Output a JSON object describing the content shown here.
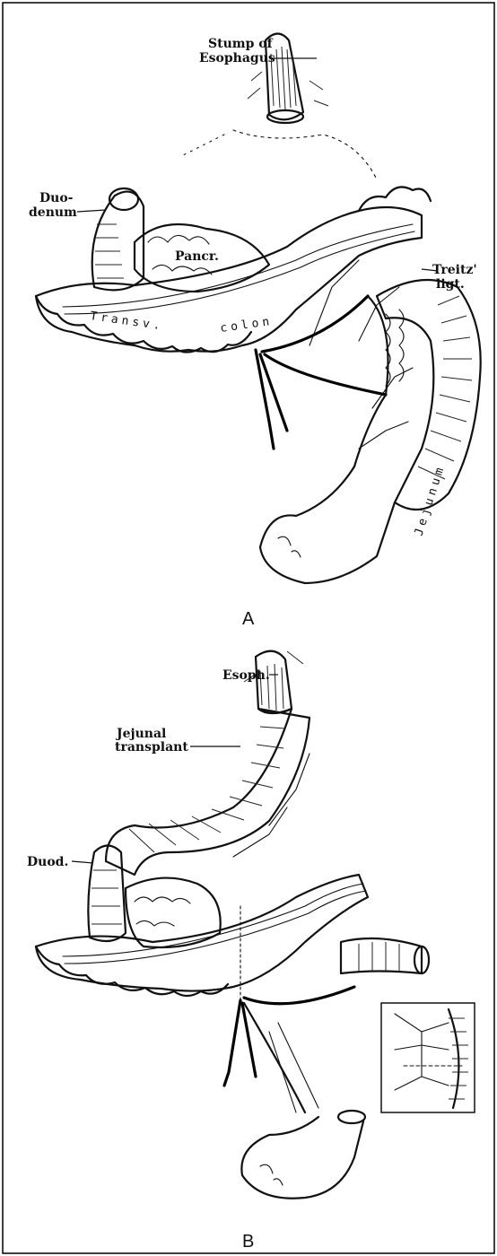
{
  "panels": [
    {
      "letter": "A",
      "labels": {
        "stump_of_esophagus_line1": "Stump of",
        "stump_of_esophagus_line2": "Esophagus",
        "duodenum_line1": "Duo-",
        "duodenum_line2": "denum",
        "pancreas": "Pancr.",
        "treitz_line1": "Treitz'",
        "treitz_line2": "ligt.",
        "transv_colon_word1": "Transv.",
        "transv_colon_word2": "colon",
        "jejunum": "Jejunum"
      }
    },
    {
      "letter": "B",
      "labels": {
        "esoph": "Esoph.",
        "jejunal_transplant_line1": "Jejunal",
        "jejunal_transplant_line2": "transplant",
        "duod": "Duod."
      }
    }
  ],
  "icons": [
    "anatomical-illustration",
    "inset-detail-box"
  ]
}
